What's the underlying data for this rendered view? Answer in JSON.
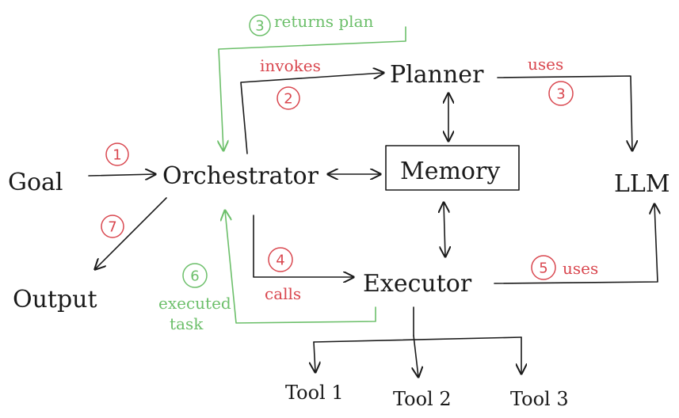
{
  "colors": {
    "ink": "#1a1a1a",
    "red": "#d9474f",
    "green": "#6cbf6a"
  },
  "nodes": {
    "goal": "Goal",
    "orchestrator": "Orchestrator",
    "planner": "Planner",
    "memory": "Memory",
    "executor": "Executor",
    "llm": "LLM",
    "output": "Output",
    "tool1": "Tool 1",
    "tool2": "Tool 2",
    "tool3": "Tool 3"
  },
  "edges": {
    "goal_to_orchestrator": {
      "step": "1",
      "label": ""
    },
    "orchestrator_to_output": {
      "step": "7",
      "label": ""
    },
    "orchestrator_to_planner": {
      "step": "2",
      "label": "invokes"
    },
    "planner_to_orchestrator": {
      "step": "3",
      "label": "returns plan"
    },
    "planner_to_llm": {
      "step": "3",
      "label": "uses"
    },
    "orchestrator_to_executor": {
      "step": "4",
      "label": "calls"
    },
    "executor_to_llm": {
      "step": "5",
      "label": "uses"
    },
    "executor_to_orchestrator": {
      "step": "6",
      "label": "executed task"
    }
  }
}
